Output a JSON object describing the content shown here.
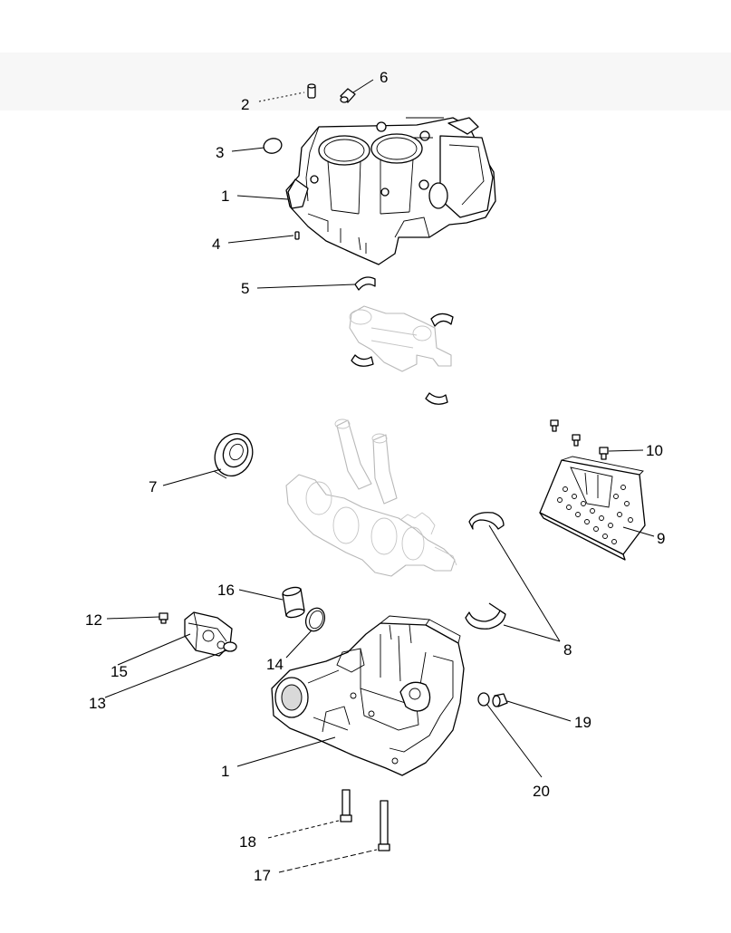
{
  "diagram": {
    "type": "exploded-parts-view",
    "callouts": {
      "c2": "2",
      "c6": "6",
      "c3": "3",
      "c1a": "1",
      "c4": "4",
      "c5": "5",
      "c7": "7",
      "c10": "10",
      "c9": "9",
      "c16": "16",
      "c12": "12",
      "c15": "15",
      "c14": "14",
      "c13": "13",
      "c8": "8",
      "c19": "19",
      "c20": "20",
      "c1b": "1",
      "c18": "18",
      "c17": "17"
    }
  }
}
